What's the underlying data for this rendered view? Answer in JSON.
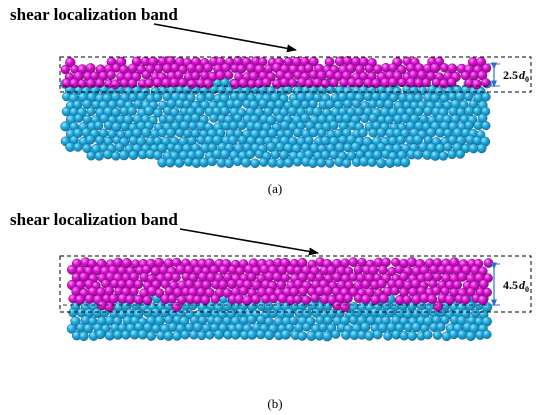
{
  "colors": {
    "band": "#e012d8",
    "band_dark": "#8c0a88",
    "base": "#22aee0",
    "base_dark": "#1478a8",
    "dimension": "#2a6fd6"
  },
  "panels": [
    {
      "id": "a",
      "label": "shear localization band",
      "caption": "(a)",
      "thickness_symbol": "2.5",
      "thickness_var": "d",
      "thickness_sub": "0"
    },
    {
      "id": "b",
      "label": "shear localization band",
      "caption": "(b)",
      "thickness_symbol": "4.5",
      "thickness_var": "d",
      "thickness_sub": "0"
    }
  ]
}
